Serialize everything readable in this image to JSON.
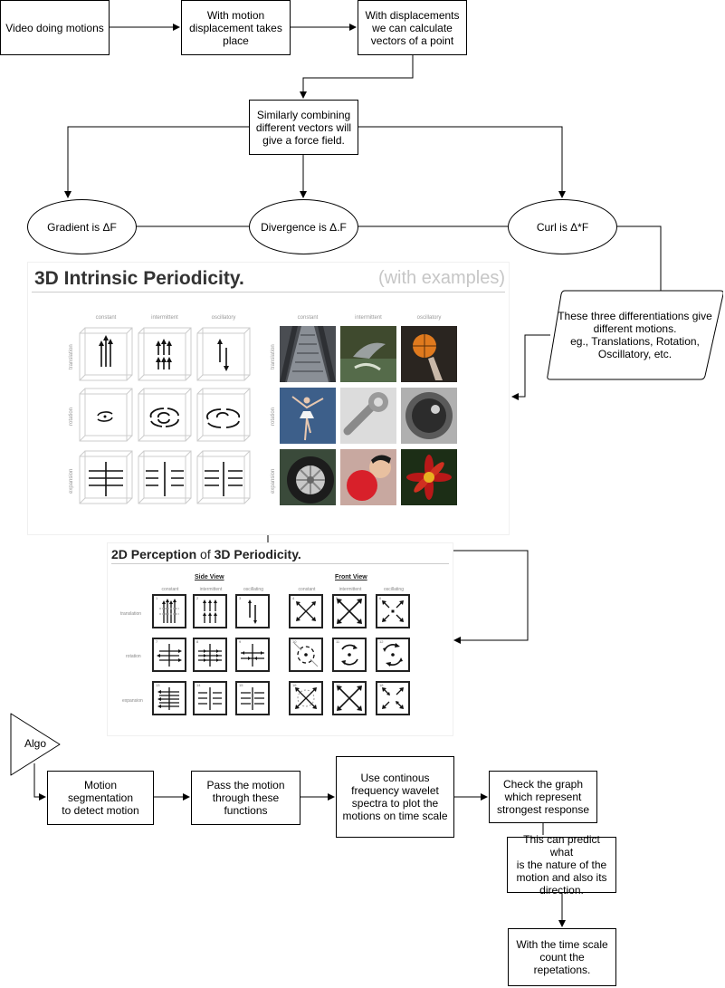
{
  "flow": {
    "video": "Video doing motions",
    "displacement": "With motion\ndisplacement takes\nplace",
    "vectors": "With displacements\nwe can calculate\nvectors of a point",
    "force_field": "Similarly combining\ndifferent vectors will\ngive a force field.",
    "gradient": "Gradient is ΔF",
    "divergence": "Divergence is Δ.F",
    "curl": "Curl is Δ*F",
    "differentiations": "These three differentiations give\ndifferent motions.\neg., Translations, Rotation,\nOscillatory, etc.",
    "algo": "Algo",
    "segmentation": "Motion segmentation\nto detect motion",
    "pass": "Pass the motion\nthrough these\nfunctions",
    "wavelet": "Use continous\nfrequency wavelet\nspectra to plot the\nmotions on time scale",
    "graph": "Check the graph\nwhich represent\nstrongest response",
    "predict": "This can predict what\nis the nature of the\nmotion and also its\ndirection.",
    "count": "With the time scale\ncount the repetations."
  },
  "panel1": {
    "title": "3D Intrinsic Periodicity.",
    "subtitle": "(with examples)",
    "columns": [
      "constant",
      "intermittent",
      "oscillatory"
    ],
    "rows": [
      "translation",
      "rotation",
      "expansion"
    ],
    "photo_columns": [
      "constant",
      "intermittent",
      "oscillatory"
    ],
    "photo_rows": [
      "translation",
      "rotation",
      "expansion"
    ],
    "photos": [
      "escalator",
      "dolphin",
      "basketball",
      "ballerina",
      "wrench",
      "washing-machine",
      "tire",
      "balloon",
      "flower"
    ]
  },
  "panel2": {
    "title_a": "2D Perception",
    "title_of": " of ",
    "title_b": "3D Periodicity.",
    "side_view": "Side View",
    "front_view": "Front View",
    "side_columns": [
      "constant",
      "intermittent",
      "oscillating"
    ],
    "front_columns": [
      "constant",
      "intermittent",
      "oscillating"
    ],
    "rows": [
      "translation",
      "rotation",
      "expansion"
    ],
    "side_numbers": [
      "1",
      "2",
      "3",
      "7",
      "8",
      "9",
      "13",
      "14",
      "15"
    ],
    "front_numbers": [
      "4",
      "5",
      "6",
      "10",
      "11",
      "12",
      "16",
      "17",
      "18"
    ]
  }
}
